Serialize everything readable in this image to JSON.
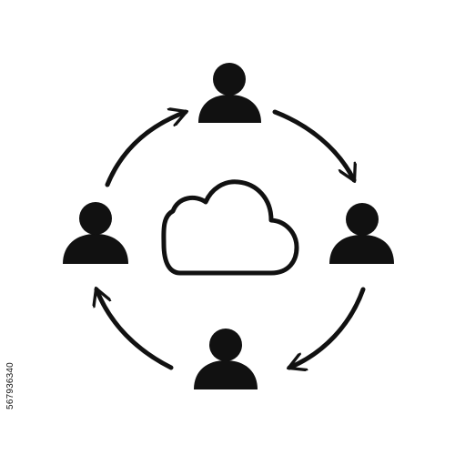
{
  "icon": {
    "center": "cloud-icon",
    "people": [
      "person-icon-top",
      "person-icon-right",
      "person-icon-bottom",
      "person-icon-left"
    ],
    "arrows": [
      "arrow-top-to-right",
      "arrow-right-to-bottom",
      "arrow-bottom-to-left",
      "arrow-left-to-top"
    ]
  },
  "watermark": {
    "stock_id": "567936340"
  },
  "colors": {
    "foreground": "#111111",
    "background": "#ffffff"
  }
}
